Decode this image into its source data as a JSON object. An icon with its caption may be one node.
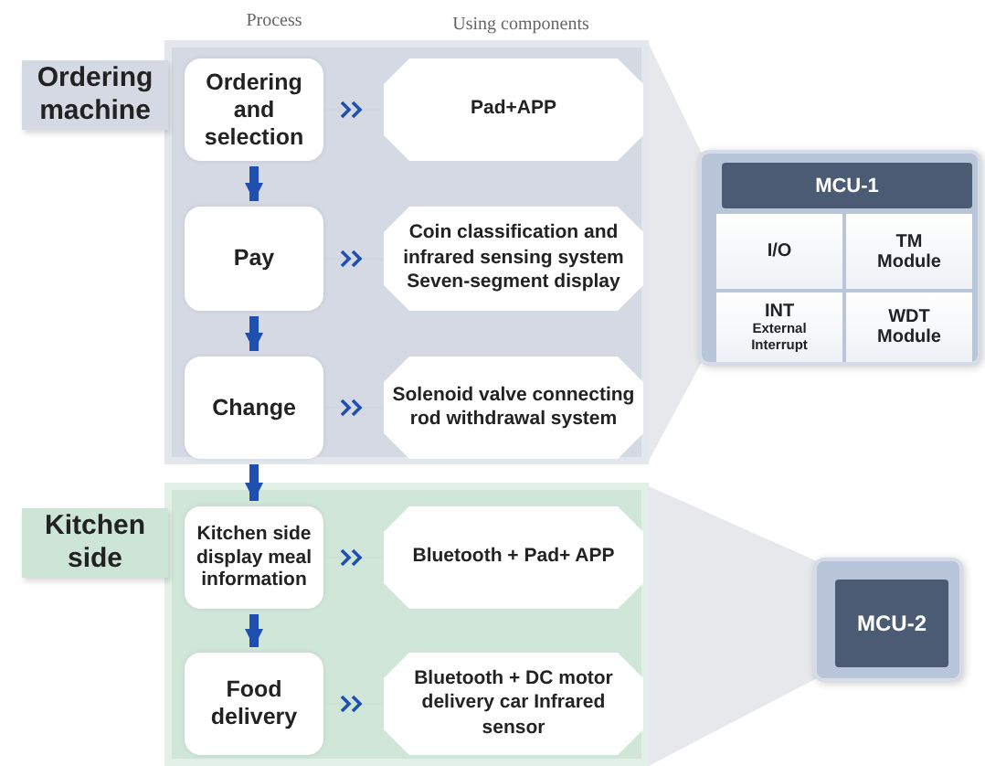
{
  "diagram": {
    "nodes": [
      {
        "text": [
          "Ordering machine"
        ]
      },
      {
        "text": [
          "Ordering and selection"
        ],
        "in": 0
      },
      {
        "text": [
          "Pad+APP"
        ],
        "in": 0
      },
      {
        "text": [
          "Pay"
        ],
        "in": 0
      },
      {
        "text": [
          "Coin classification and infrared sensing system Seven-segment display"
        ],
        "in": 0
      },
      {
        "text": [
          "Change"
        ],
        "in": 0
      },
      {
        "text": [
          "Solenoid valve connecting rod withdrawal system"
        ],
        "in": 0
      },
      {
        "text": [
          "Kitchen side"
        ]
      },
      {
        "text": [
          "Kitchen side display meal information"
        ],
        "in": 7
      },
      {
        "text": [
          "Bluetooth + Pad+ APP"
        ],
        "in": 7
      },
      {
        "text": [
          "Food delivery"
        ],
        "in": 7
      },
      {
        "text": [
          "Bluetooth + DC motor delivery car Infrared sensor"
        ],
        "in": 7
      },
      {
        "text": [],
        "shape": "box"
      },
      {
        "text": [
          "MCU-1"
        ],
        "in": 12
      },
      {
        "text": [
          "I/O"
        ],
        "in": 12
      },
      {
        "text": [
          "TM Module"
        ],
        "in": 12
      },
      {
        "text": [
          "INT",
          "External Interrupt"
        ],
        "in": 12
      },
      {
        "text": [
          "WDT Module"
        ],
        "in": 12
      },
      {
        "text": [],
        "shape": "box"
      },
      {
        "text": [
          "MCU-2"
        ],
        "in": 18
      },
      {
        "text": [],
        "shape": "trapezoid"
      },
      {
        "text": [],
        "shape": "trapezoid"
      }
    ],
    "edges": [
      {
        "from": 1,
        "to": 2,
        "arrow": "to"
      },
      {
        "from": 3,
        "to": 4,
        "arrow": "to"
      },
      {
        "from": 5,
        "to": 6,
        "arrow": "to"
      },
      {
        "from": 8,
        "to": 9,
        "arrow": "to"
      },
      {
        "from": 10,
        "to": 11,
        "arrow": "to"
      },
      {
        "from": 1,
        "to": 3,
        "arrow": "to",
        "style": "thick"
      },
      {
        "from": 3,
        "to": 5,
        "arrow": "to",
        "style": "thick"
      },
      {
        "from": 5,
        "to": 8,
        "arrow": "to",
        "style": "thick"
      },
      {
        "from": 8,
        "to": 10,
        "arrow": "to",
        "style": "thick"
      }
    ],
    "labels": [
      "Process",
      "Using components"
    ]
  }
}
